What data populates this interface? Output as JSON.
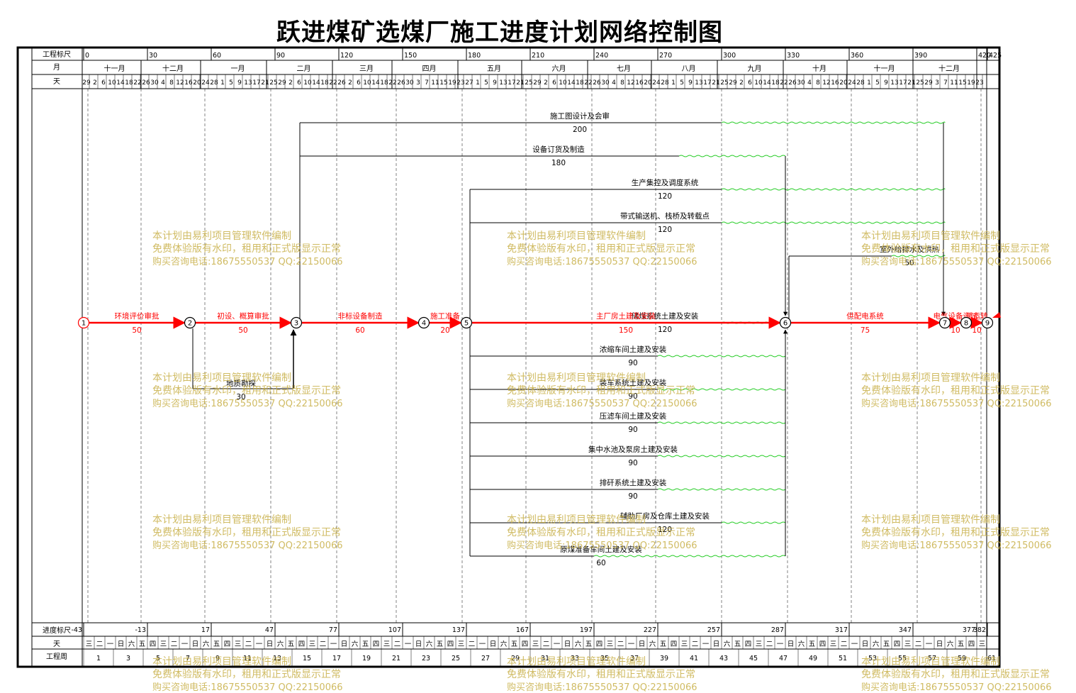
{
  "title": "跃进煤矿选煤厂施工进度计划网络控制图",
  "header": {
    "row_labels": [
      "工程标尺",
      "月",
      "天"
    ],
    "scale_ticks": [
      "0",
      "30",
      "60",
      "90",
      "120",
      "150",
      "180",
      "210",
      "240",
      "270",
      "300",
      "330",
      "360",
      "390",
      "420",
      "425"
    ],
    "months": [
      "十一月",
      "十二月",
      "一月",
      "二月",
      "三月",
      "四月",
      "五月",
      "六月",
      "七月",
      "八月",
      "九月",
      "十月",
      "十一月",
      "十二月"
    ],
    "day_groups": [
      "29",
      "2 6 10 14 18 22 26",
      "30 4 8 12 16 20 24 28",
      "1 5 9 13 17 21 25 29",
      "2 6 10 14 18 22 26",
      "2 6 10 14 18 22 26 30",
      "3 7 11 15 19 23 27",
      "1 5 9 13 17 21 25 29",
      "2 6 10 14 18 22 26 30",
      "4 8 12 16 20 24 28",
      "1 5 9 13 17 21 25 29",
      "2 6 10 14 18 22 26 30",
      "4 8 12 16 20 24 28",
      "1 5 9 13 17 21 25 29",
      "3 7 11 15 19 23"
    ]
  },
  "footer": {
    "row_labels": [
      "进度标尺",
      "天",
      "工程周"
    ],
    "progress_ticks": [
      "-43",
      "-13",
      "17",
      "47",
      "77",
      "107",
      "137",
      "167",
      "197",
      "227",
      "257",
      "287",
      "317",
      "347",
      "377",
      "382"
    ],
    "weekdays": [
      "三",
      "二",
      "一",
      "日",
      "六",
      "五",
      "四",
      "三",
      "二",
      "一",
      "日",
      "六",
      "五",
      "四",
      "三",
      "二",
      "一",
      "日",
      "六",
      "五",
      "四",
      "三",
      "二",
      "一",
      "日",
      "六",
      "五",
      "四",
      "三",
      "二",
      "一",
      "日",
      "六",
      "五",
      "四",
      "三",
      "二",
      "一",
      "日",
      "六",
      "五",
      "四",
      "三",
      "二",
      "一",
      "日",
      "六",
      "五",
      "四",
      "三",
      "二",
      "一",
      "日",
      "六",
      "五",
      "四",
      "三",
      "二",
      "一",
      "日",
      "六",
      "五",
      "四",
      "三",
      "二",
      "一",
      "日",
      "六",
      "五",
      "四",
      "三",
      "二",
      "一",
      "日",
      "六",
      "五",
      "四",
      "三",
      "二",
      "一",
      "日",
      "六",
      "五",
      "四",
      "三"
    ],
    "weeks": [
      "1",
      "3",
      "5",
      "7",
      "9",
      "11",
      "13",
      "15",
      "17",
      "19",
      "21",
      "23",
      "25",
      "27",
      "29",
      "31",
      "33",
      "35",
      "37",
      "39",
      "41",
      "43",
      "45",
      "47",
      "49",
      "51",
      "53",
      "55",
      "57",
      "59",
      "61"
    ]
  },
  "nodes": [
    {
      "id": "1",
      "t": 0
    },
    {
      "id": "2",
      "t": 50
    },
    {
      "id": "3",
      "t": 100
    },
    {
      "id": "4",
      "t": 160
    },
    {
      "id": "5",
      "t": 180
    },
    {
      "id": "6",
      "t": 330
    },
    {
      "id": "7",
      "t": 405
    },
    {
      "id": "8",
      "t": 415
    },
    {
      "id": "9",
      "t": 425
    }
  ],
  "critical": [
    {
      "name": "环境评价审批",
      "dur": "50",
      "from": "1",
      "to": "2"
    },
    {
      "name": "初设、概算审批",
      "dur": "50",
      "from": "2",
      "to": "3"
    },
    {
      "name": "非标设备制造",
      "dur": "60",
      "from": "3",
      "to": "4"
    },
    {
      "name": "施工准备",
      "dur": "20",
      "from": "4",
      "to": "5"
    },
    {
      "name": "主厂房土建及安装",
      "dur": "150",
      "from": "5",
      "to": "6"
    },
    {
      "name": "供配电系统",
      "dur": "75",
      "from": "6",
      "to": "7"
    },
    {
      "name": "电气设备调试",
      "dur": "10",
      "from": "7",
      "to": "8"
    },
    {
      "name": "试运转",
      "dur": "10",
      "from": "8",
      "to": "9"
    }
  ],
  "tasks": [
    {
      "name": "施工图设计及会审",
      "dur": "200",
      "start": 100,
      "end": 300,
      "level": 1,
      "slack_to": 405
    },
    {
      "name": "设备订货及制造",
      "dur": "180",
      "start": 100,
      "end": 280,
      "level": 2,
      "slack_to": 330
    },
    {
      "name": "生产集控及调度系统",
      "dur": "120",
      "start": 180,
      "end": 300,
      "level": 3,
      "slack_to": 405
    },
    {
      "name": "带式输送机、栈桥及转载点",
      "dur": "120",
      "start": 180,
      "end": 300,
      "level": 4,
      "slack_to": 405
    },
    {
      "name": "室外给排水及供热",
      "dur": "50",
      "start": 330,
      "end": 380,
      "level": 5,
      "slack_to": 405
    },
    {
      "name": "储煤系统土建及安装",
      "dur": "120",
      "start": 180,
      "end": 300,
      "level": 7,
      "slack_to": 330
    },
    {
      "name": "浓缩车间土建及安装",
      "dur": "90",
      "start": 180,
      "end": 270,
      "level": 8,
      "slack_to": 330
    },
    {
      "name": "装车系统土建及安装",
      "dur": "90",
      "start": 180,
      "end": 270,
      "level": 9,
      "slack_to": 330
    },
    {
      "name": "压滤车间土建及安装",
      "dur": "90",
      "start": 180,
      "end": 270,
      "level": 10,
      "slack_to": 330
    },
    {
      "name": "集中水池及泵房土建及安装",
      "dur": "90",
      "start": 180,
      "end": 270,
      "level": 11,
      "slack_to": 330
    },
    {
      "name": "排矸系统土建及安装",
      "dur": "90",
      "start": 180,
      "end": 270,
      "level": 12,
      "slack_to": 330
    },
    {
      "name": "辅助厂房及仓库土建及安装",
      "dur": "120",
      "start": 180,
      "end": 300,
      "level": 13,
      "slack_to": 330
    },
    {
      "name": "原煤准备车间土建及安装",
      "dur": "60",
      "start": 180,
      "end": 240,
      "level": 14,
      "slack_to": 330
    }
  ],
  "survey": {
    "name": "地质勘探",
    "dur": "30",
    "start": 50,
    "end": 100
  },
  "watermark": {
    "line1": "本计划由易利项目管理软件编制",
    "line2": "免费体验版有水印，租用和正式版显示正常",
    "line3": "购买咨询电话:18675550537 QQ:22150066"
  },
  "colors": {
    "critical": "#ff0000",
    "slack": "#22cc22",
    "watermark": "#c8b048",
    "line": "#000000"
  }
}
